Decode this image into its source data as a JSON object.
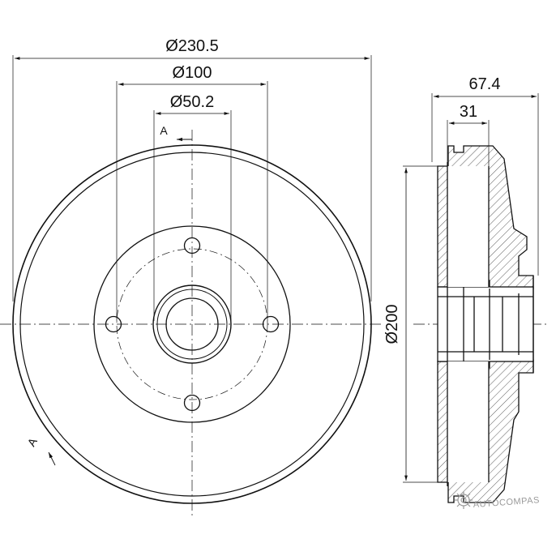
{
  "dimensions": {
    "outer_diameter": "Ø230.5",
    "bolt_circle": "Ø100",
    "center_bore": "Ø50.2",
    "drum_inner_diameter": "Ø200",
    "total_height": "67.4",
    "inner_depth": "31"
  },
  "section_marks": {
    "top": "A",
    "bottom": "A"
  },
  "watermark": {
    "text": "AUTOCOMPAS",
    "icon": "gear-logo-icon"
  }
}
